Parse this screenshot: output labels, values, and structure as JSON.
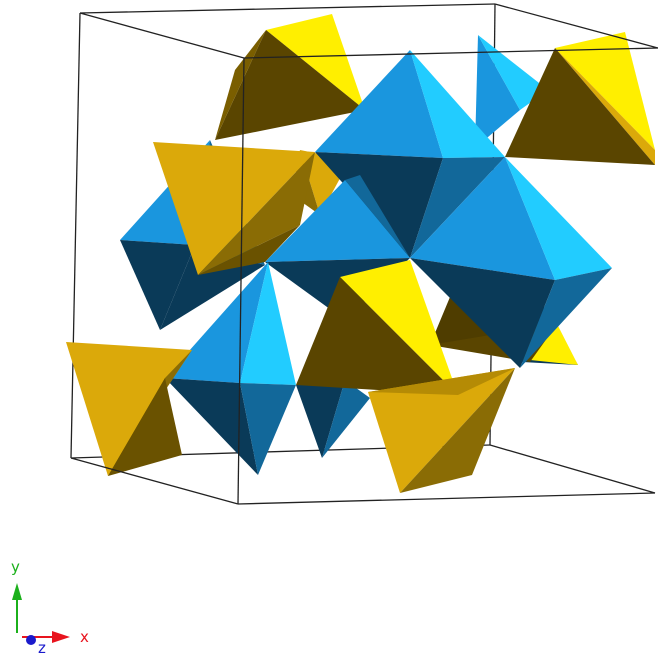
{
  "structure": {
    "colors": {
      "background": "#ffffff",
      "cell_edge": "#222222",
      "octahedron_light": "#1a96de",
      "octahedron_bright": "#22ccff",
      "octahedron_mid": "#12689a",
      "octahedron_dark": "#0a3a58",
      "tetrahedron_bright": "#ffef00",
      "tetrahedron_gold": "#dba90a",
      "tetrahedron_olive": "#8a6c05",
      "tetrahedron_dark": "#5a4500"
    },
    "polyhedra": {
      "octahedron_count": 6,
      "tetrahedron_count": 8
    }
  },
  "axes": {
    "x_label": "x",
    "y_label": "y",
    "z_label": "z",
    "x_color": "#e8141e",
    "y_color": "#1bb01b",
    "z_color": "#1a1acc"
  }
}
